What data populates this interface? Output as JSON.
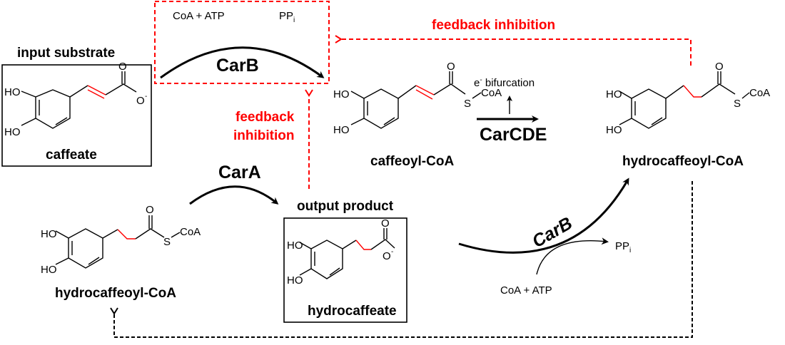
{
  "colors": {
    "feedback": "#ff0000",
    "main": "#000000"
  },
  "top_reaction": {
    "cofactors_in": "CoA + ATP",
    "cofactor_out_base": "PP",
    "cofactor_out_sub": "i",
    "enzyme": "CarB"
  },
  "feedback_top": "feedback inhibition",
  "feedback_left_line1": "feedback",
  "feedback_left_line2": "inhibition",
  "input_box": {
    "heading": "input substrate",
    "name": "caffeate",
    "atoms": {
      "ho1": "HO",
      "ho2": "HO",
      "o_dbl": "O",
      "o_minus": "O",
      "charge": "-"
    }
  },
  "caffeoyl_coa": {
    "name": "caffeoyl-CoA",
    "atoms": {
      "ho1": "HO",
      "ho2": "HO",
      "o": "O",
      "s": "S",
      "coa": "CoA"
    }
  },
  "carcde": {
    "enzyme": "CarCDE",
    "bifurcation_sup": "e",
    "bifurcation_charge": "-",
    "bifurcation_text": " bifurcation"
  },
  "hydrocaffeoyl_coa_right": {
    "name": "hydrocaffeoyl-CoA",
    "atoms": {
      "ho1": "HO",
      "ho2": "HO",
      "o": "O",
      "s": "S",
      "coa": "CoA"
    }
  },
  "cara": {
    "enzyme": "CarA"
  },
  "hydrocaffeoyl_coa_left": {
    "name": "hydrocaffeoyl-CoA",
    "atoms": {
      "ho1": "HO",
      "ho2": "HO",
      "o": "O",
      "s": "S",
      "coa": "CoA"
    }
  },
  "output_box": {
    "heading": "output product",
    "name": "hydrocaffeate",
    "atoms": {
      "ho1": "HO",
      "ho2": "HO",
      "o_dbl": "O",
      "o_minus": "O",
      "charge": "-"
    }
  },
  "bottom_reaction": {
    "enzyme": "CarB",
    "cofactors_in": "CoA + ATP",
    "cofactor_out_base": "PP",
    "cofactor_out_sub": "i"
  }
}
